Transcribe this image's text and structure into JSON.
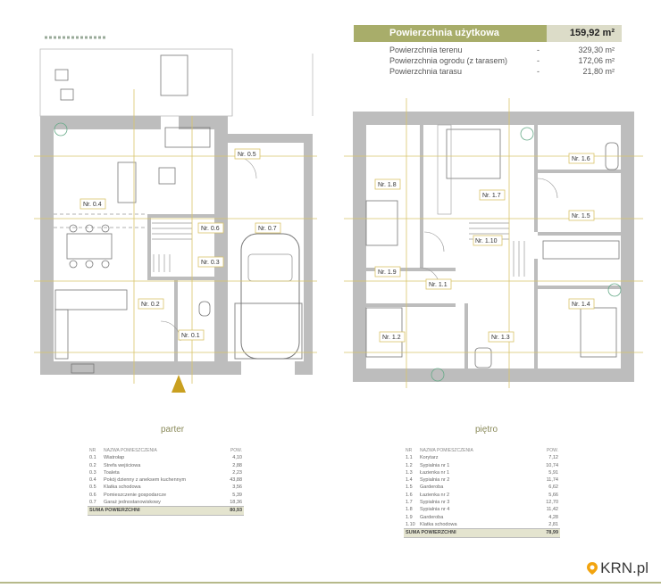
{
  "summary": {
    "main_label": "Powierzchnia użytkowa",
    "main_value": "159,92 m²",
    "rows": [
      {
        "name": "Powierzchnia terenu",
        "dash": "-",
        "value": "329,30 m²"
      },
      {
        "name": "Powierzchnia ogrodu (z tarasem)",
        "dash": "-",
        "value": "172,06 m²"
      },
      {
        "name": "Powierzchnia tarasu",
        "dash": "-",
        "value": "21,80 m²"
      }
    ]
  },
  "ground_floor": {
    "label": "parter",
    "room_tags": [
      "Nr. 0.1",
      "Nr. 0.2",
      "Nr. 0.3",
      "Nr. 0.4",
      "Nr. 0.5",
      "Nr. 0.6",
      "Nr. 0.7"
    ],
    "table": {
      "headers": [
        "NR",
        "NAZWA POMIESZCZENIA",
        "POW."
      ],
      "rows": [
        [
          "0.1",
          "Wiatrołap",
          "4,10"
        ],
        [
          "0.2",
          "Strefa wejściowa",
          "2,88"
        ],
        [
          "0.3",
          "Toaleta",
          "2,23"
        ],
        [
          "0.4",
          "Pokój dzienny z aneksem kuchennym",
          "43,88"
        ],
        [
          "0.5",
          "Klatka schodowa",
          "3,56"
        ],
        [
          "0.6",
          "Pomieszczenie gospodarcze",
          "5,39"
        ],
        [
          "0.7",
          "Garaż jednostanowiskowy",
          "18,36"
        ]
      ],
      "total_label": "SUMA POWIERZCHNI",
      "total_value": "80,93"
    }
  },
  "upper_floor": {
    "label": "piętro",
    "room_tags": [
      "Nr. 1.1",
      "Nr. 1.2",
      "Nr. 1.3",
      "Nr. 1.4",
      "Nr. 1.5",
      "Nr. 1.6",
      "Nr. 1.7",
      "Nr. 1.8",
      "Nr. 1.9",
      "Nr. 1.10"
    ],
    "table": {
      "headers": [
        "NR",
        "NAZWA POMIESZCZENIA",
        "POW."
      ],
      "rows": [
        [
          "1.1",
          "Korytarz",
          "7,12"
        ],
        [
          "1.2",
          "Sypialnia nr 1",
          "10,74"
        ],
        [
          "1.3",
          "Łazienka nr 1",
          "5,91"
        ],
        [
          "1.4",
          "Sypialnia nr 2",
          "11,74"
        ],
        [
          "1.5",
          "Garderoba",
          "6,62"
        ],
        [
          "1.6",
          "Łazienka nr 2",
          "5,66"
        ],
        [
          "1.7",
          "Sypialnia nr 3",
          "12,70"
        ],
        [
          "1.8",
          "Sypialnia nr 4",
          "11,42"
        ],
        [
          "1.9",
          "Garderoba",
          "4,28"
        ],
        [
          "1.10",
          "Klatka schodowa",
          "2,81"
        ]
      ],
      "total_label": "SUMA POWIERZCHNI",
      "total_value": "78,99"
    }
  },
  "logo": {
    "text": "KRN.pl"
  },
  "colors": {
    "accent": "#a8ad6a",
    "wall": "#9a9a9a",
    "dim": "#d9c46a"
  }
}
